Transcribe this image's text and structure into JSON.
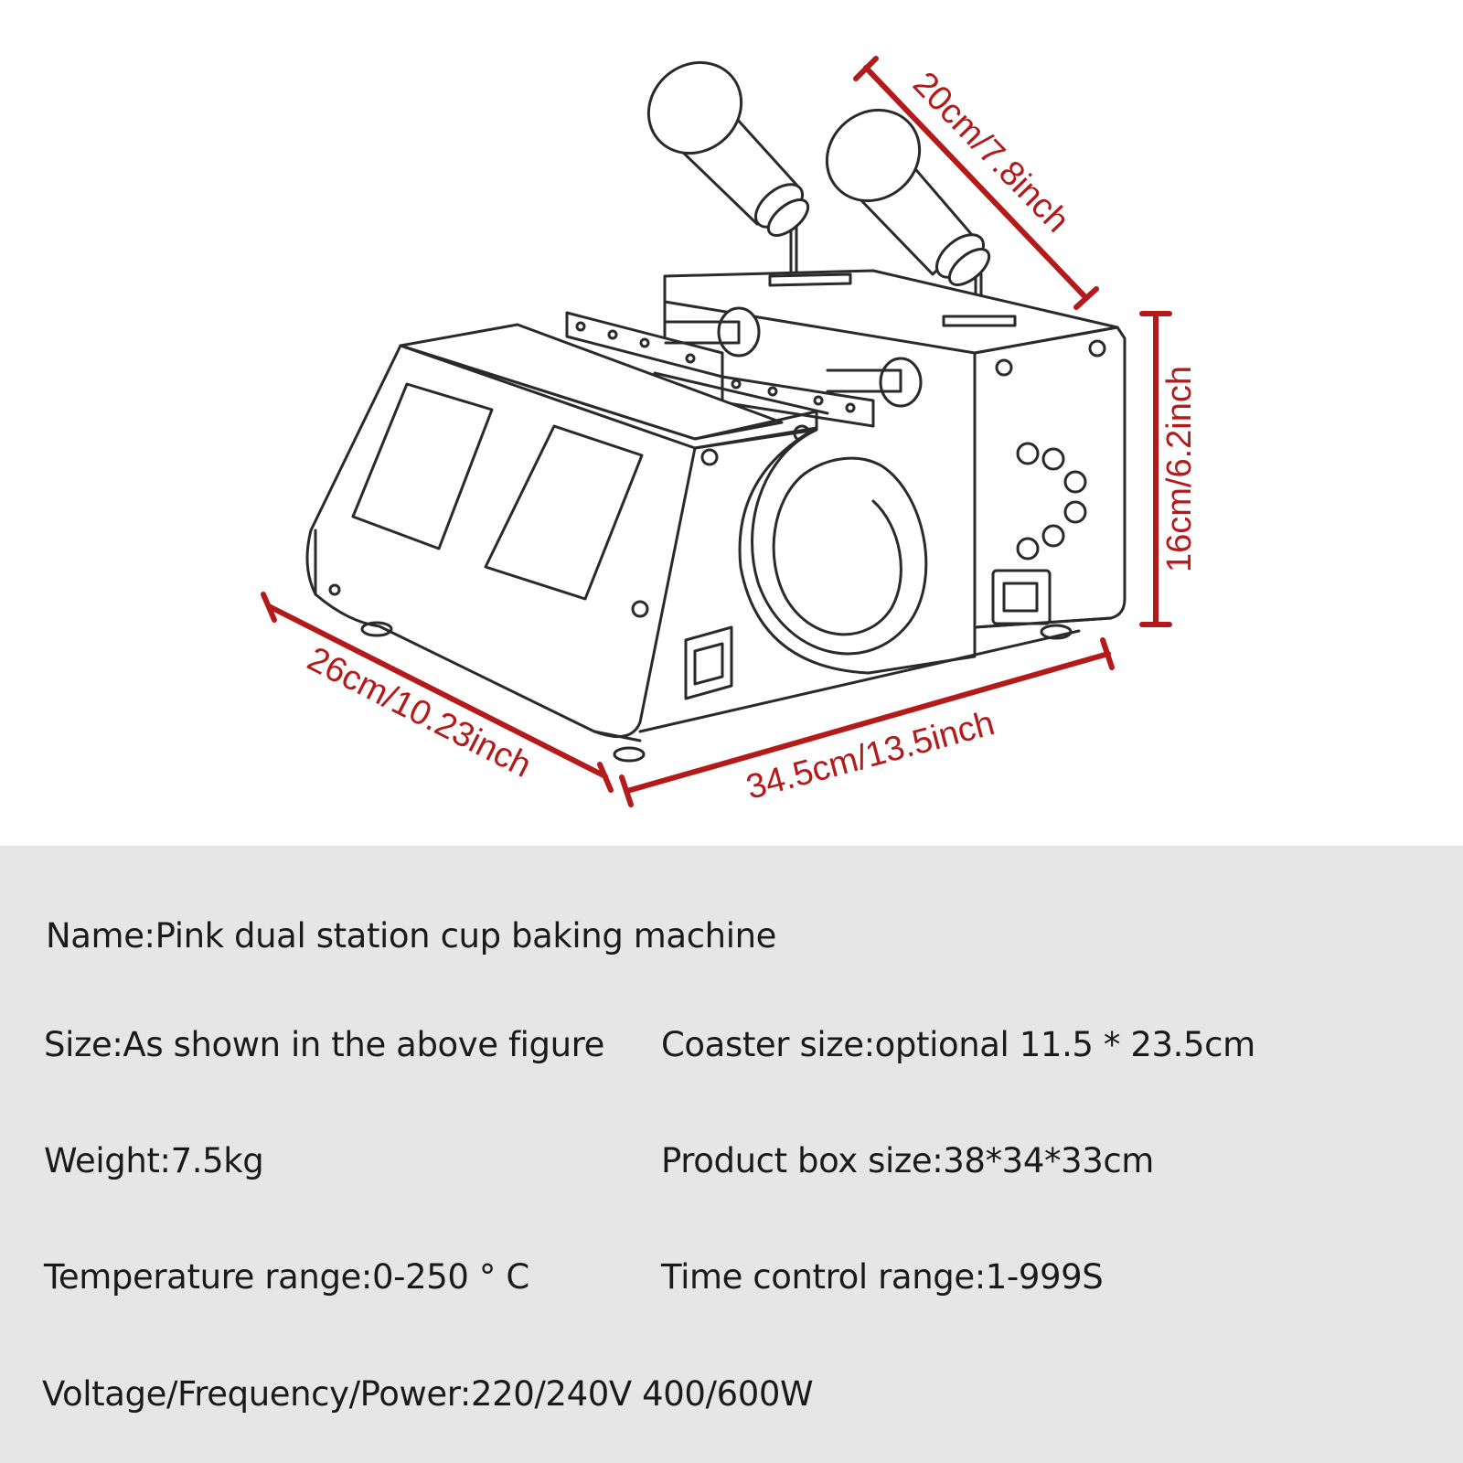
{
  "figure": {
    "dimensions": {
      "top_depth": "20cm/7.8inch",
      "height": "16cm/6.2inch",
      "width": "26cm/10.23inch",
      "length": "34.5cm/13.5inch"
    }
  },
  "specs": {
    "name": "Name:Pink dual station cup baking machine",
    "size": "Size:As shown in the above figure",
    "coaster_size": "Coaster size:optional 11.5 * 23.5cm",
    "weight": "Weight:7.5kg",
    "box_size": "Product box size:38*34*33cm",
    "temperature": "Temperature range:0-250 ° C",
    "time_control": "Time control range:1-999S",
    "power": "Voltage/Frequency/Power:220/240V 400/600W"
  },
  "colors": {
    "dimension_red": "#b51a1a",
    "line_art": "#2a2a2a",
    "panel_gray": "#e6e6e6"
  }
}
